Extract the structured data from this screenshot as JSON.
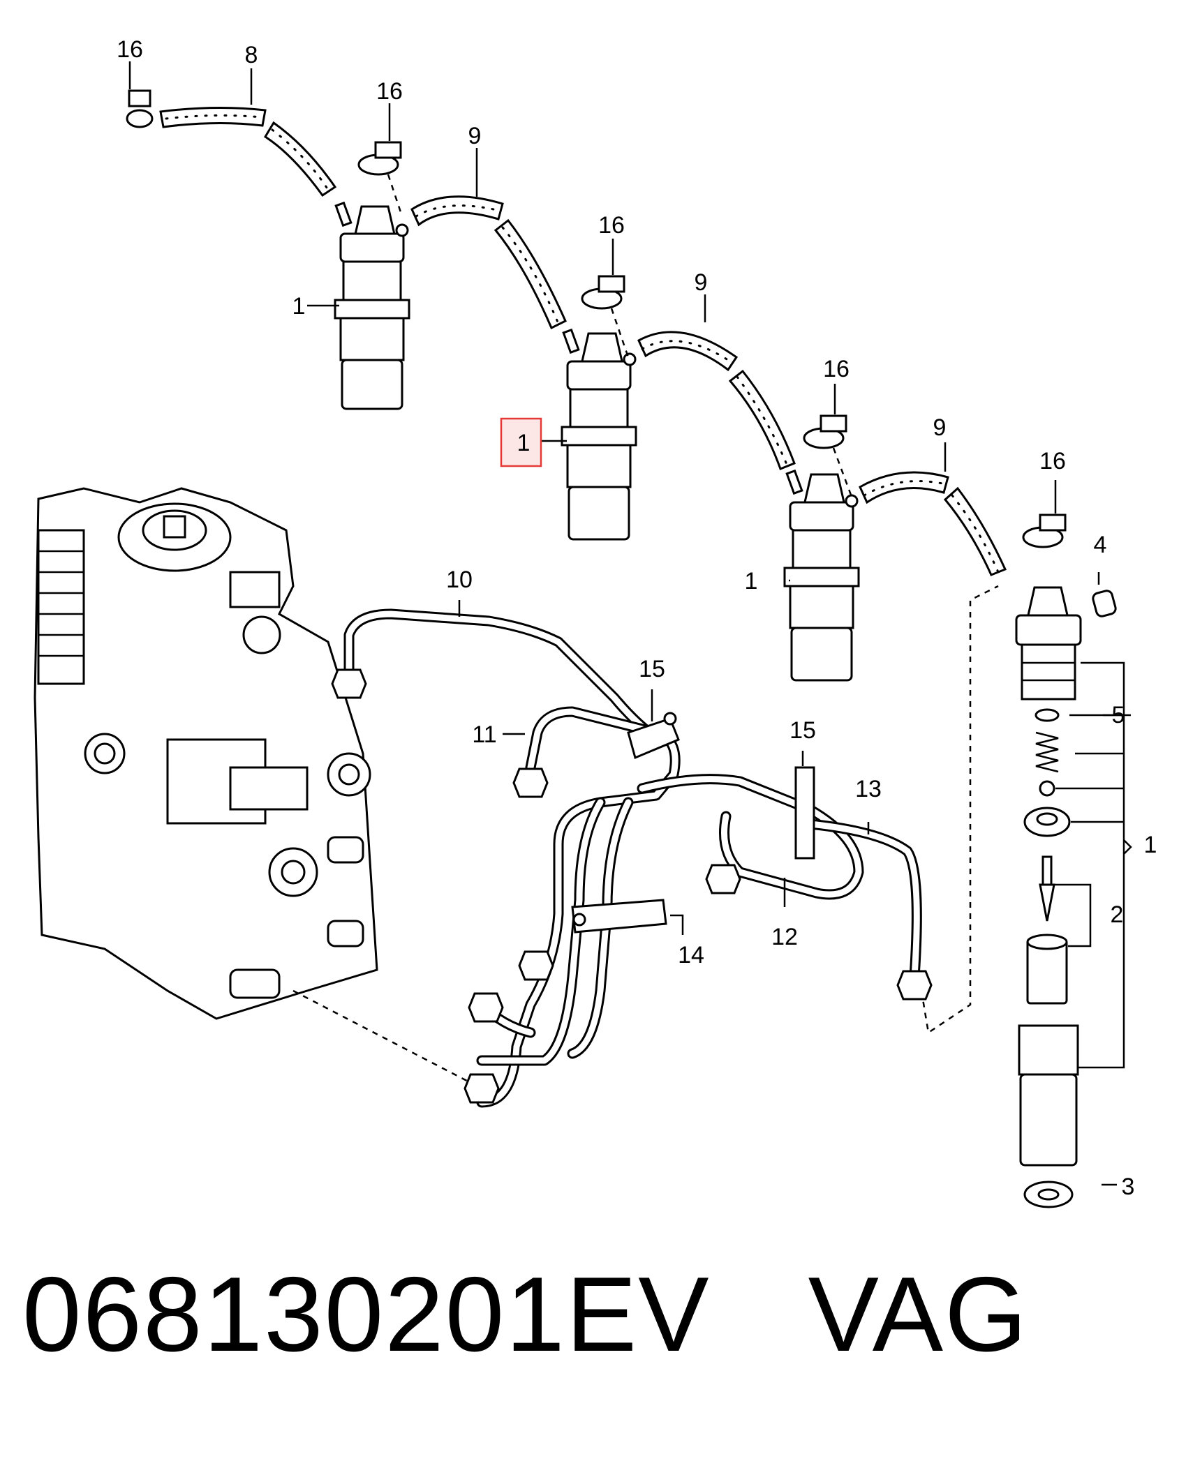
{
  "diagram": {
    "callouts": {
      "c16a": "16",
      "c8": "8",
      "c16b": "16",
      "c9a": "9",
      "c16c": "16",
      "c9b": "9",
      "c1a": "1",
      "c1b": "1",
      "c16d": "16",
      "c9c": "9",
      "c16e": "16",
      "c4": "4",
      "c1c": "1",
      "c10": "10",
      "c15a": "15",
      "c5": "5",
      "c11": "11",
      "c15b": "15",
      "c13": "13",
      "c1d": "1",
      "c2": "2",
      "c14": "14",
      "c12": "12",
      "c3": "3"
    },
    "highlight_color": "#e53935"
  },
  "footer": {
    "part_number": "068130201EV",
    "brand": "VAG"
  }
}
